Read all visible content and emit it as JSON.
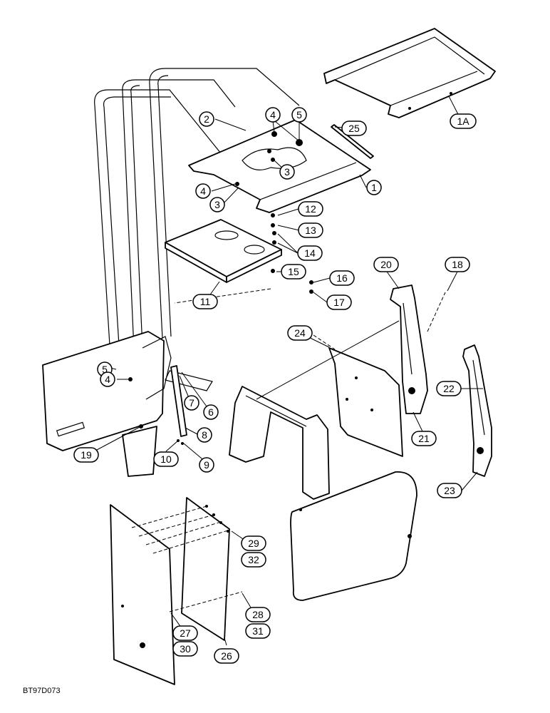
{
  "callouts": [
    {
      "id": "c-1a",
      "text": "1A"
    },
    {
      "id": "c-25",
      "text": "25"
    },
    {
      "id": "c-2",
      "text": "2"
    },
    {
      "id": "c-4a",
      "text": "4"
    },
    {
      "id": "c-5a",
      "text": "5"
    },
    {
      "id": "c-3a",
      "text": "3"
    },
    {
      "id": "c-4b",
      "text": "4"
    },
    {
      "id": "c-3b",
      "text": "3"
    },
    {
      "id": "c-1",
      "text": "1"
    },
    {
      "id": "c-12",
      "text": "12"
    },
    {
      "id": "c-13",
      "text": "13"
    },
    {
      "id": "c-14",
      "text": "14"
    },
    {
      "id": "c-15",
      "text": "15"
    },
    {
      "id": "c-11",
      "text": "11"
    },
    {
      "id": "c-16",
      "text": "16"
    },
    {
      "id": "c-17",
      "text": "17"
    },
    {
      "id": "c-20",
      "text": "20"
    },
    {
      "id": "c-18",
      "text": "18"
    },
    {
      "id": "c-24",
      "text": "24"
    },
    {
      "id": "c-22",
      "text": "22"
    },
    {
      "id": "c-21",
      "text": "21"
    },
    {
      "id": "c-23",
      "text": "23"
    },
    {
      "id": "c-5b",
      "text": "5"
    },
    {
      "id": "c-4c",
      "text": "4"
    },
    {
      "id": "c-7",
      "text": "7"
    },
    {
      "id": "c-6",
      "text": "6"
    },
    {
      "id": "c-8",
      "text": "8"
    },
    {
      "id": "c-19",
      "text": "19"
    },
    {
      "id": "c-10",
      "text": "10"
    },
    {
      "id": "c-9",
      "text": "9"
    },
    {
      "id": "c-29",
      "text": "29"
    },
    {
      "id": "c-32",
      "text": "32"
    },
    {
      "id": "c-28",
      "text": "28"
    },
    {
      "id": "c-31",
      "text": "31"
    },
    {
      "id": "c-27",
      "text": "27"
    },
    {
      "id": "c-30",
      "text": "30"
    },
    {
      "id": "c-26",
      "text": "26"
    }
  ],
  "figure_code": "BT97D073"
}
